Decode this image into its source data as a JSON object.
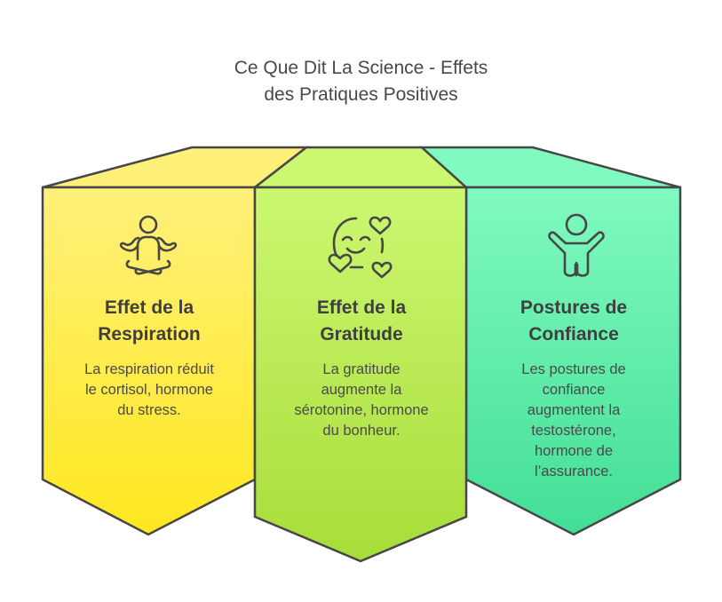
{
  "title": {
    "line1": "Ce Que Dit La Science - Effets",
    "line2": "des Pratiques Positives"
  },
  "columns": [
    {
      "icon": "meditation-icon",
      "heading_line1": "Effet de la",
      "heading_line2": "Respiration",
      "body": [
        "La respiration réduit",
        "le cortisol, hormone",
        "du stress."
      ],
      "color_top": "#fff07a",
      "color_bottom": "#ffe81f"
    },
    {
      "icon": "smiley-hearts-icon",
      "heading_line1": "Effet de la",
      "heading_line2": "Gratitude",
      "body": [
        "La gratitude",
        "augmente la",
        "sérotonine, hormone",
        "du bonheur."
      ],
      "color_top": "#ccf771",
      "color_bottom": "#a7dd3a"
    },
    {
      "icon": "person-arms-raised-icon",
      "heading_line1": "Postures de",
      "heading_line2": "Confiance",
      "body": [
        "Les postures de",
        "confiance",
        "augmentent la",
        "testostérone,",
        "hormone de",
        "l’assurance."
      ],
      "color_top": "#80fac0",
      "color_bottom": "#43de96"
    }
  ],
  "stroke_color": "#474747"
}
